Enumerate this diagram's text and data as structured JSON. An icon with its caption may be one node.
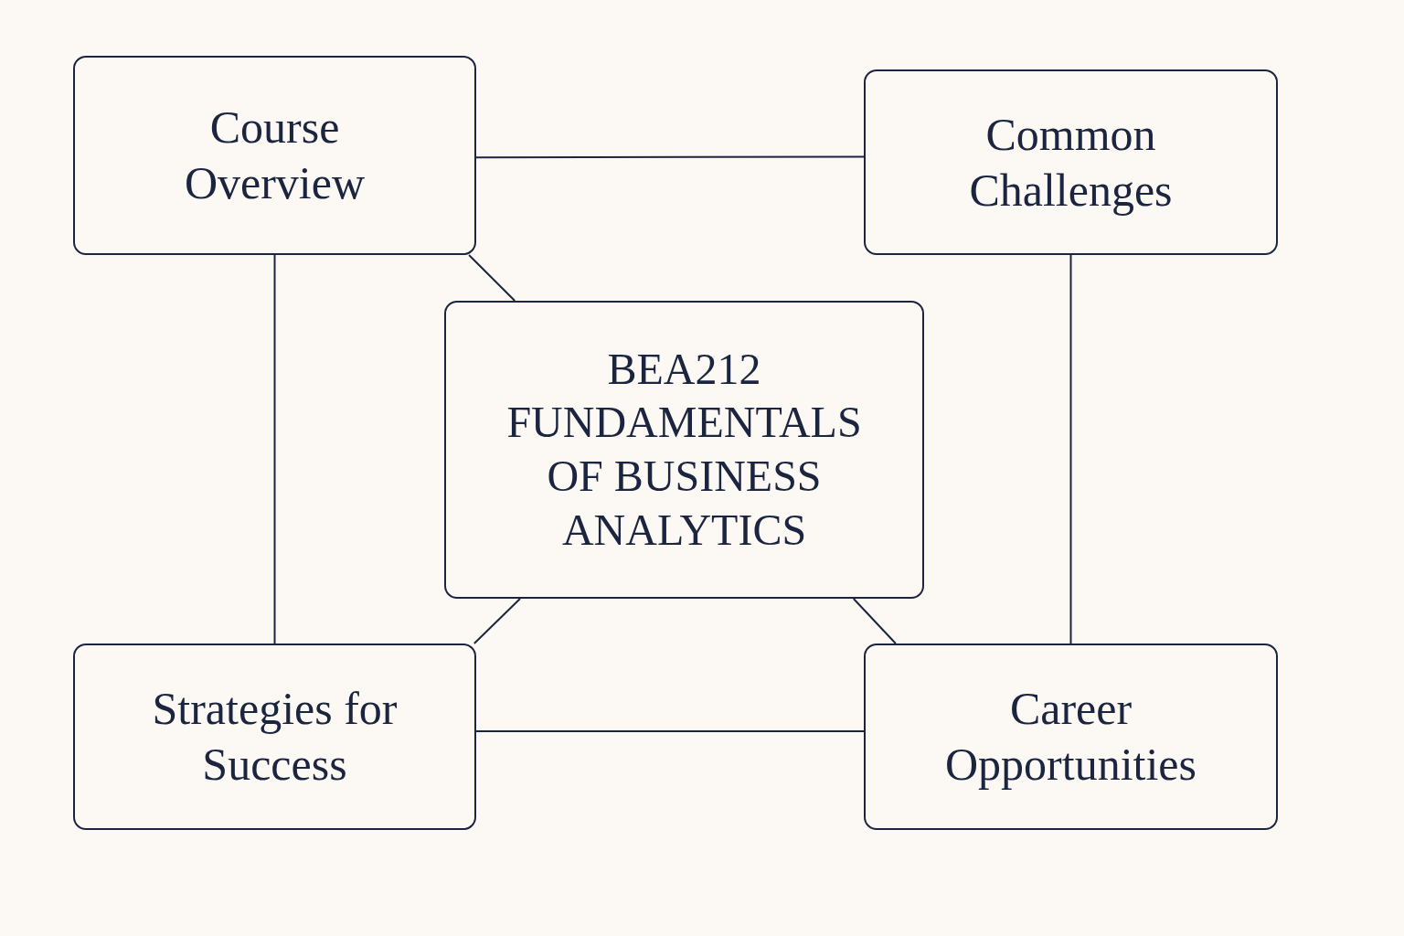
{
  "diagram": {
    "nodes": [
      {
        "text": [
          "Course Overview"
        ]
      },
      {
        "text": [
          "Common Challenges"
        ]
      },
      {
        "text": [
          "BEA212 FUNDAMENTALS OF BUSINESS ANALYTICS"
        ]
      },
      {
        "text": [
          "Strategies for Success"
        ]
      },
      {
        "text": [
          "Career Opportunities"
        ]
      }
    ],
    "edges": [
      {
        "from": 0,
        "to": 1,
        "arrow": "none"
      },
      {
        "from": 0,
        "to": 3,
        "arrow": "none"
      },
      {
        "from": 1,
        "to": 4,
        "arrow": "none"
      },
      {
        "from": 0,
        "to": 2,
        "arrow": "none"
      },
      {
        "from": 2,
        "to": 3,
        "arrow": "none"
      },
      {
        "from": 2,
        "to": 4,
        "arrow": "none"
      },
      {
        "from": 3,
        "to": 4,
        "arrow": "none"
      }
    ]
  }
}
